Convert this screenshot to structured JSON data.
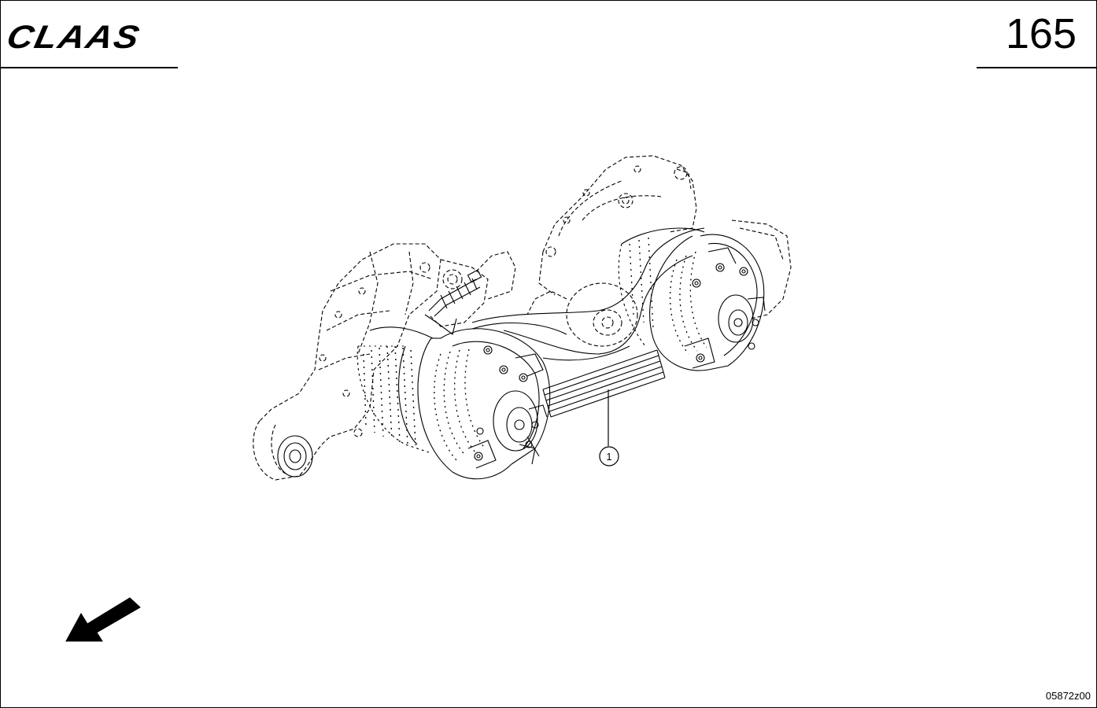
{
  "header": {
    "logo_text": "CLAAS",
    "page_number": "165"
  },
  "callouts": [
    {
      "label": "1"
    }
  ],
  "footer": {
    "drawing_code": "05872z00"
  },
  "icons": {
    "direction_arrow": "arrow-down-left-icon"
  }
}
